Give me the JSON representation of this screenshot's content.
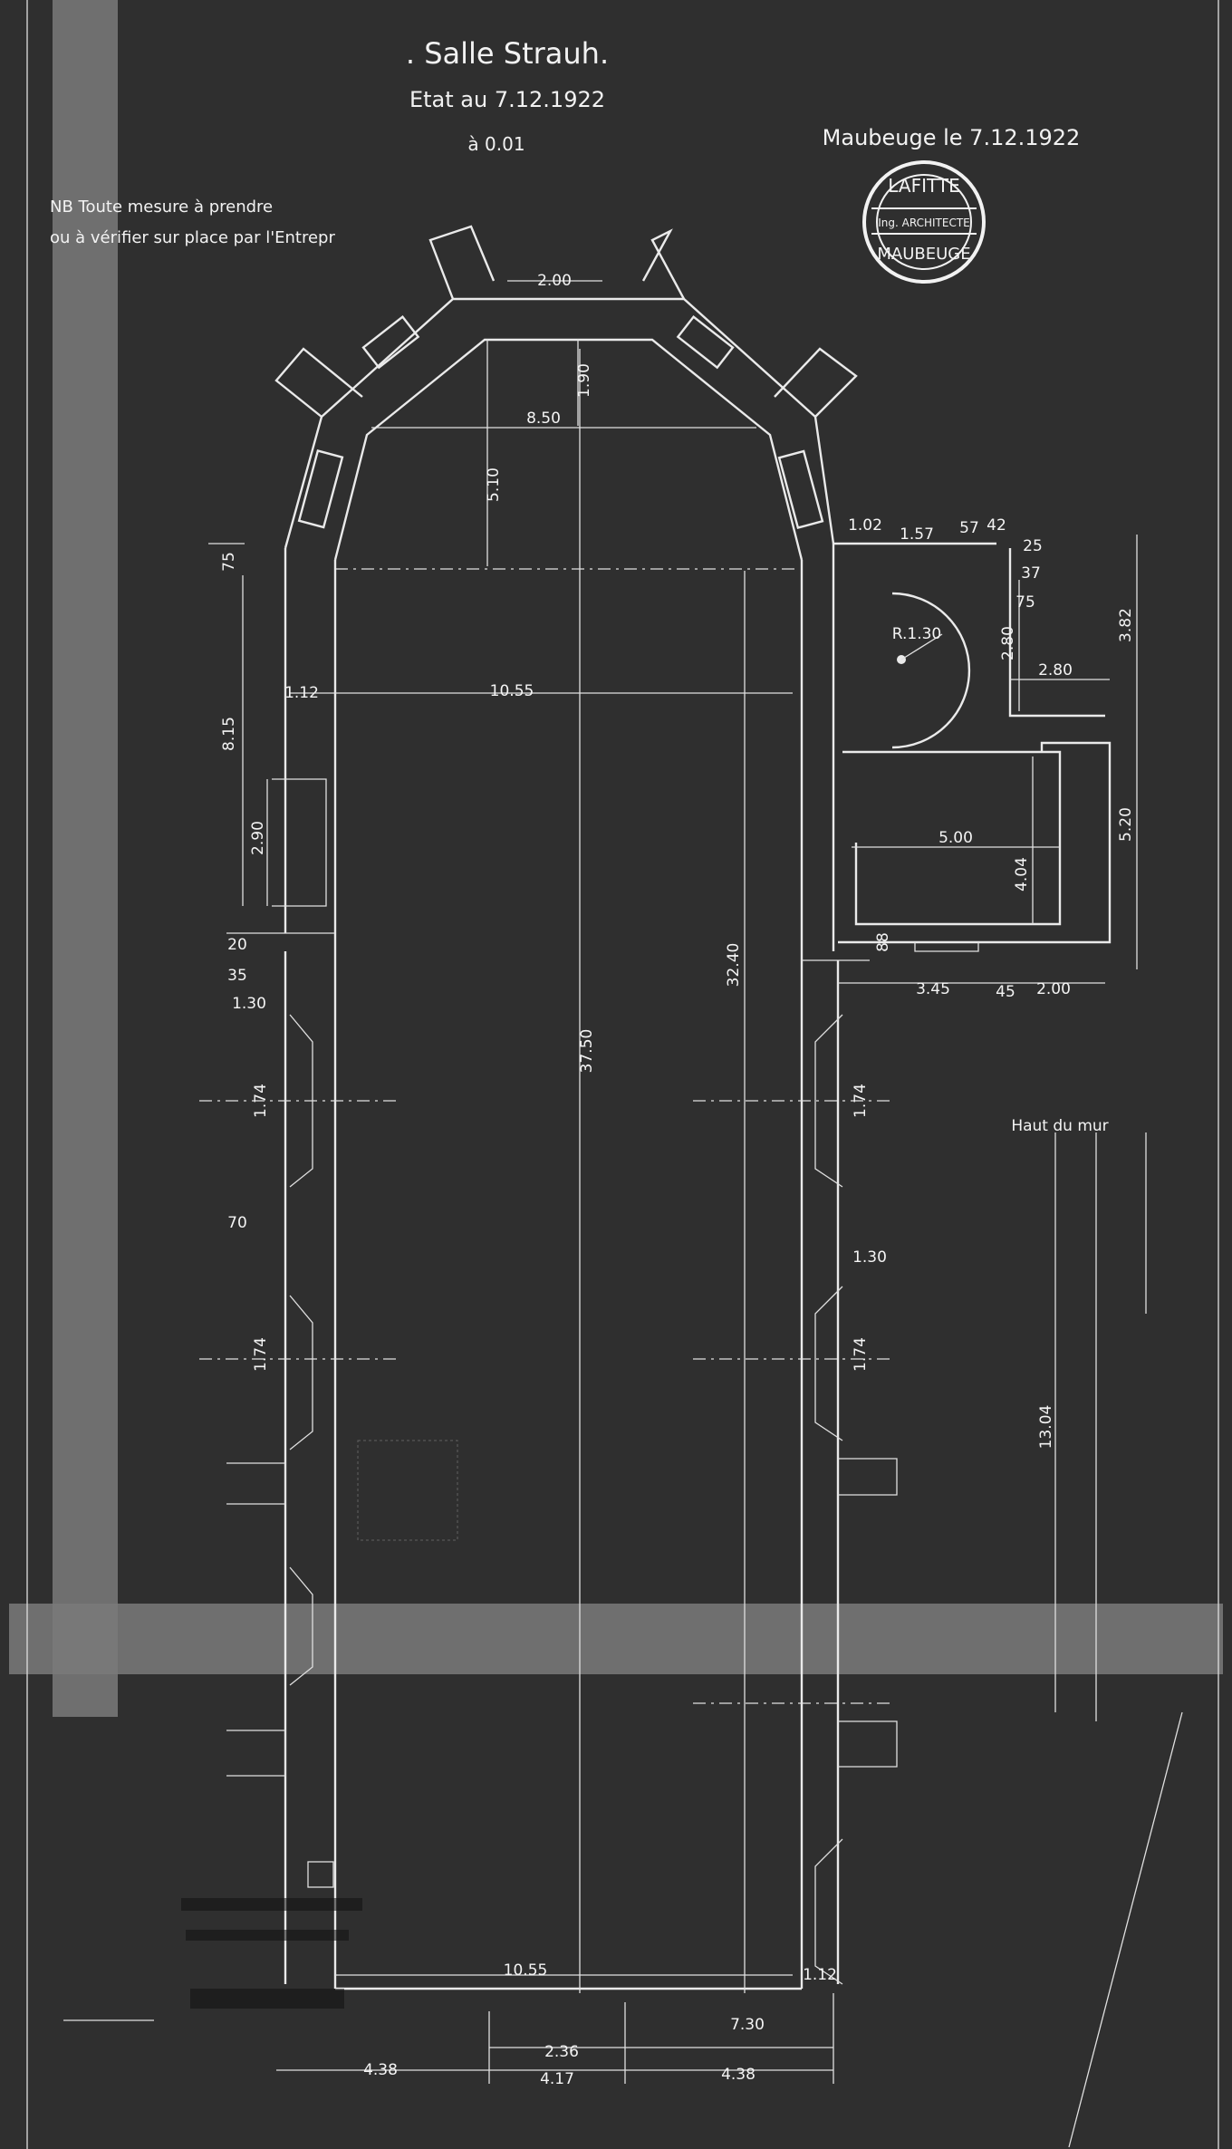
{
  "title": ". Salle Strauh.",
  "state_line": "Etat au 7.12.1922",
  "scale": "à 0.01",
  "place_date": "Maubeuge le 7.12.1922",
  "note_line1": "NB Toute mesure à prendre",
  "note_line2": "ou à vérifier sur place par l'Entrepr",
  "stamp": {
    "top": "LAFITTE",
    "middle": "Ing. ARCHITECTE",
    "bottom": "MAUBEUGE"
  },
  "wall_height_label": "Haut du mur",
  "dimensions": {
    "apse_chord": "2.00",
    "apse_depth": "1.90",
    "apse_width": "8.50",
    "apse_radius": "5.10",
    "top_left": "75",
    "left_wall": "1.12",
    "nave_width_top": "10.55",
    "left_815": "8.15",
    "left_290": "2.90",
    "small_20": "20",
    "small_35": "35",
    "left_130": "1.30",
    "left_174_a": "1.74",
    "left_70": "70",
    "left_174_b": "1.74",
    "total_length": "37.50",
    "length_3240": "32.40",
    "right_174_a": "1.74",
    "right_130": "1.30",
    "right_174_b": "1.74",
    "annex_102": "1.02",
    "annex_157": "1.57",
    "annex_57": "57",
    "annex_42": "42",
    "annex_25": "25",
    "annex_37": "37",
    "annex_75": "75",
    "radius": "R.1.30",
    "annex_280_v": "2.80",
    "annex_280_h": "2.80",
    "annex_382": "3.82",
    "room_500": "5.00",
    "room_404": "4.04",
    "room_520": "5.20",
    "annex_88": "88",
    "annex_345": "3.45",
    "annex_45": "45",
    "annex_200": "2.00",
    "wall_1304": "13.04",
    "nave_width_bottom": "10.55",
    "bottom_112": "1.12",
    "bottom_730": "7.30",
    "bottom_438_a": "4.38",
    "bottom_236": "2.36",
    "bottom_417": "4.17",
    "bottom_438_b": "4.38"
  }
}
